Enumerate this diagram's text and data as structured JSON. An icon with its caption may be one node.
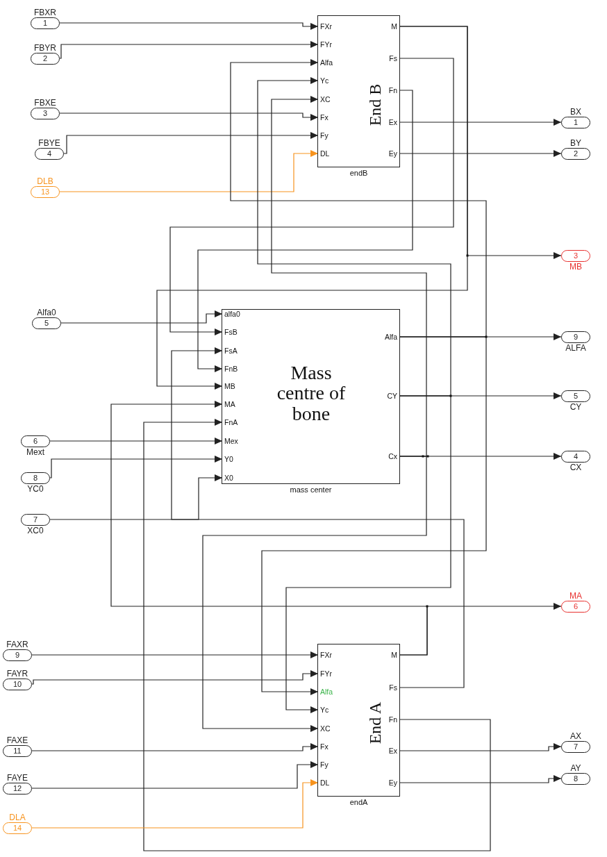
{
  "diagram": {
    "nodes": [
      {
        "text": [
          "1"
        ],
        "beside": [
          "FBXR"
        ]
      },
      {
        "text": [
          "2"
        ],
        "beside": [
          "FBYR"
        ]
      },
      {
        "text": [
          "3"
        ],
        "beside": [
          "FBXE"
        ]
      },
      {
        "text": [
          "4"
        ],
        "beside": [
          "FBYE"
        ]
      },
      {
        "text": [
          "13"
        ],
        "beside": [
          "DLB"
        ]
      },
      {
        "text": [
          "End B"
        ],
        "beside": [
          "endB"
        ]
      },
      {
        "text": [
          "FXr"
        ],
        "in": 5
      },
      {
        "text": [
          "FYr"
        ],
        "in": 5
      },
      {
        "text": [
          "Alfa"
        ],
        "in": 5
      },
      {
        "text": [
          "Yc"
        ],
        "in": 5
      },
      {
        "text": [
          "XC"
        ],
        "in": 5
      },
      {
        "text": [
          "Fx"
        ],
        "in": 5
      },
      {
        "text": [
          "Fy"
        ],
        "in": 5
      },
      {
        "text": [
          "DL"
        ],
        "in": 5
      },
      {
        "text": [
          "M"
        ],
        "in": 5
      },
      {
        "text": [
          "Fs"
        ],
        "in": 5
      },
      {
        "text": [
          "Fn"
        ],
        "in": 5
      },
      {
        "text": [
          "Ex"
        ],
        "in": 5
      },
      {
        "text": [
          "Ey"
        ],
        "in": 5
      },
      {
        "text": [
          "1"
        ],
        "beside": [
          "BX"
        ]
      },
      {
        "text": [
          "2"
        ],
        "beside": [
          "BY"
        ]
      },
      {
        "text": [
          "3"
        ],
        "beside": [
          "MB"
        ]
      },
      {
        "text": [
          "5"
        ],
        "beside": [
          "Alfa0"
        ]
      },
      {
        "text": [
          "Mass centre of bone"
        ],
        "beside": [
          "mass center"
        ]
      },
      {
        "text": [
          "alfa0"
        ],
        "in": 23
      },
      {
        "text": [
          "FsB"
        ],
        "in": 23
      },
      {
        "text": [
          "FsA"
        ],
        "in": 23
      },
      {
        "text": [
          "FnB"
        ],
        "in": 23
      },
      {
        "text": [
          "MB"
        ],
        "in": 23
      },
      {
        "text": [
          "MA"
        ],
        "in": 23
      },
      {
        "text": [
          "FnA"
        ],
        "in": 23
      },
      {
        "text": [
          "Mex"
        ],
        "in": 23
      },
      {
        "text": [
          "Y0"
        ],
        "in": 23
      },
      {
        "text": [
          "X0"
        ],
        "in": 23
      },
      {
        "text": [
          "Alfa"
        ],
        "in": 23
      },
      {
        "text": [
          "CY"
        ],
        "in": 23
      },
      {
        "text": [
          "Cx"
        ],
        "in": 23
      },
      {
        "text": [
          "9"
        ],
        "beside": [
          "ALFA"
        ]
      },
      {
        "text": [
          "5"
        ],
        "beside": [
          "CY"
        ]
      },
      {
        "text": [
          "4"
        ],
        "beside": [
          "CX"
        ]
      },
      {
        "text": [
          "6"
        ],
        "beside": [
          "Mext"
        ]
      },
      {
        "text": [
          "8"
        ],
        "beside": [
          "YC0"
        ]
      },
      {
        "text": [
          "7"
        ],
        "beside": [
          "XC0"
        ]
      },
      {
        "text": [
          "6"
        ],
        "beside": [
          "MA"
        ]
      },
      {
        "text": [
          "9"
        ],
        "beside": [
          "FAXR"
        ]
      },
      {
        "text": [
          "10"
        ],
        "beside": [
          "FAYR"
        ]
      },
      {
        "text": [
          "11"
        ],
        "beside": [
          "FAXE"
        ]
      },
      {
        "text": [
          "12"
        ],
        "beside": [
          "FAYE"
        ]
      },
      {
        "text": [
          "14"
        ],
        "beside": [
          "DLA"
        ]
      },
      {
        "text": [
          "End A"
        ],
        "beside": [
          "endA"
        ]
      },
      {
        "text": [
          "FXr"
        ],
        "in": 49
      },
      {
        "text": [
          "FYr"
        ],
        "in": 49
      },
      {
        "text": [
          "Alfa"
        ],
        "in": 49
      },
      {
        "text": [
          "Yc"
        ],
        "in": 49
      },
      {
        "text": [
          "XC"
        ],
        "in": 49
      },
      {
        "text": [
          "Fx"
        ],
        "in": 49
      },
      {
        "text": [
          "Fy"
        ],
        "in": 49
      },
      {
        "text": [
          "DL"
        ],
        "in": 49
      },
      {
        "text": [
          "M"
        ],
        "in": 49
      },
      {
        "text": [
          "Fs"
        ],
        "in": 49
      },
      {
        "text": [
          "Fn"
        ],
        "in": 49
      },
      {
        "text": [
          "Ex"
        ],
        "in": 49
      },
      {
        "text": [
          "Ey"
        ],
        "in": 49
      },
      {
        "text": [
          "7"
        ],
        "beside": [
          "AX"
        ]
      },
      {
        "text": [
          "8"
        ],
        "beside": [
          "AY"
        ]
      }
    ],
    "edges": [
      {
        "from": 0,
        "to": 6,
        "arrow": "to"
      },
      {
        "from": 1,
        "to": 7,
        "arrow": "to"
      },
      {
        "from": 2,
        "to": 11,
        "arrow": "to"
      },
      {
        "from": 3,
        "to": 12,
        "arrow": "to"
      },
      {
        "from": 4,
        "to": 13,
        "arrow": "to",
        "color": "#f7931e"
      },
      {
        "from": 17,
        "to": 19,
        "arrow": "to"
      },
      {
        "from": 18,
        "to": 20,
        "arrow": "to"
      },
      {
        "from": 14,
        "to": 21,
        "arrow": "to"
      },
      {
        "from": 14,
        "to": 28,
        "arrow": "to"
      },
      {
        "from": 15,
        "to": 25,
        "arrow": "to"
      },
      {
        "from": 16,
        "to": 27,
        "arrow": "to"
      },
      {
        "from": 34,
        "to": 8,
        "arrow": "to"
      },
      {
        "from": 34,
        "to": 37,
        "arrow": "to"
      },
      {
        "from": 34,
        "to": 52,
        "arrow": "to"
      },
      {
        "from": 35,
        "to": 9,
        "arrow": "to"
      },
      {
        "from": 35,
        "to": 38,
        "arrow": "to"
      },
      {
        "from": 35,
        "to": 53,
        "arrow": "to"
      },
      {
        "from": 36,
        "to": 10,
        "arrow": "to"
      },
      {
        "from": 36,
        "to": 39,
        "arrow": "to"
      },
      {
        "from": 36,
        "to": 54,
        "arrow": "to"
      },
      {
        "from": 22,
        "to": 24,
        "arrow": "to"
      },
      {
        "from": 40,
        "to": 31,
        "arrow": "to"
      },
      {
        "from": 41,
        "to": 32,
        "arrow": "to"
      },
      {
        "from": 42,
        "to": 33,
        "arrow": "to"
      },
      {
        "from": 58,
        "to": 29,
        "arrow": "to"
      },
      {
        "from": 58,
        "to": 43,
        "arrow": "to"
      },
      {
        "from": 59,
        "to": 26,
        "arrow": "to"
      },
      {
        "from": 60,
        "to": 30,
        "arrow": "to"
      },
      {
        "from": 44,
        "to": 50,
        "arrow": "to"
      },
      {
        "from": 45,
        "to": 51,
        "arrow": "to"
      },
      {
        "from": 46,
        "to": 55,
        "arrow": "to"
      },
      {
        "from": 47,
        "to": 56,
        "arrow": "to"
      },
      {
        "from": 48,
        "to": 57,
        "arrow": "to",
        "color": "#f7931e"
      },
      {
        "from": 61,
        "to": 63,
        "arrow": "to"
      },
      {
        "from": 62,
        "to": 64,
        "arrow": "to"
      }
    ]
  }
}
